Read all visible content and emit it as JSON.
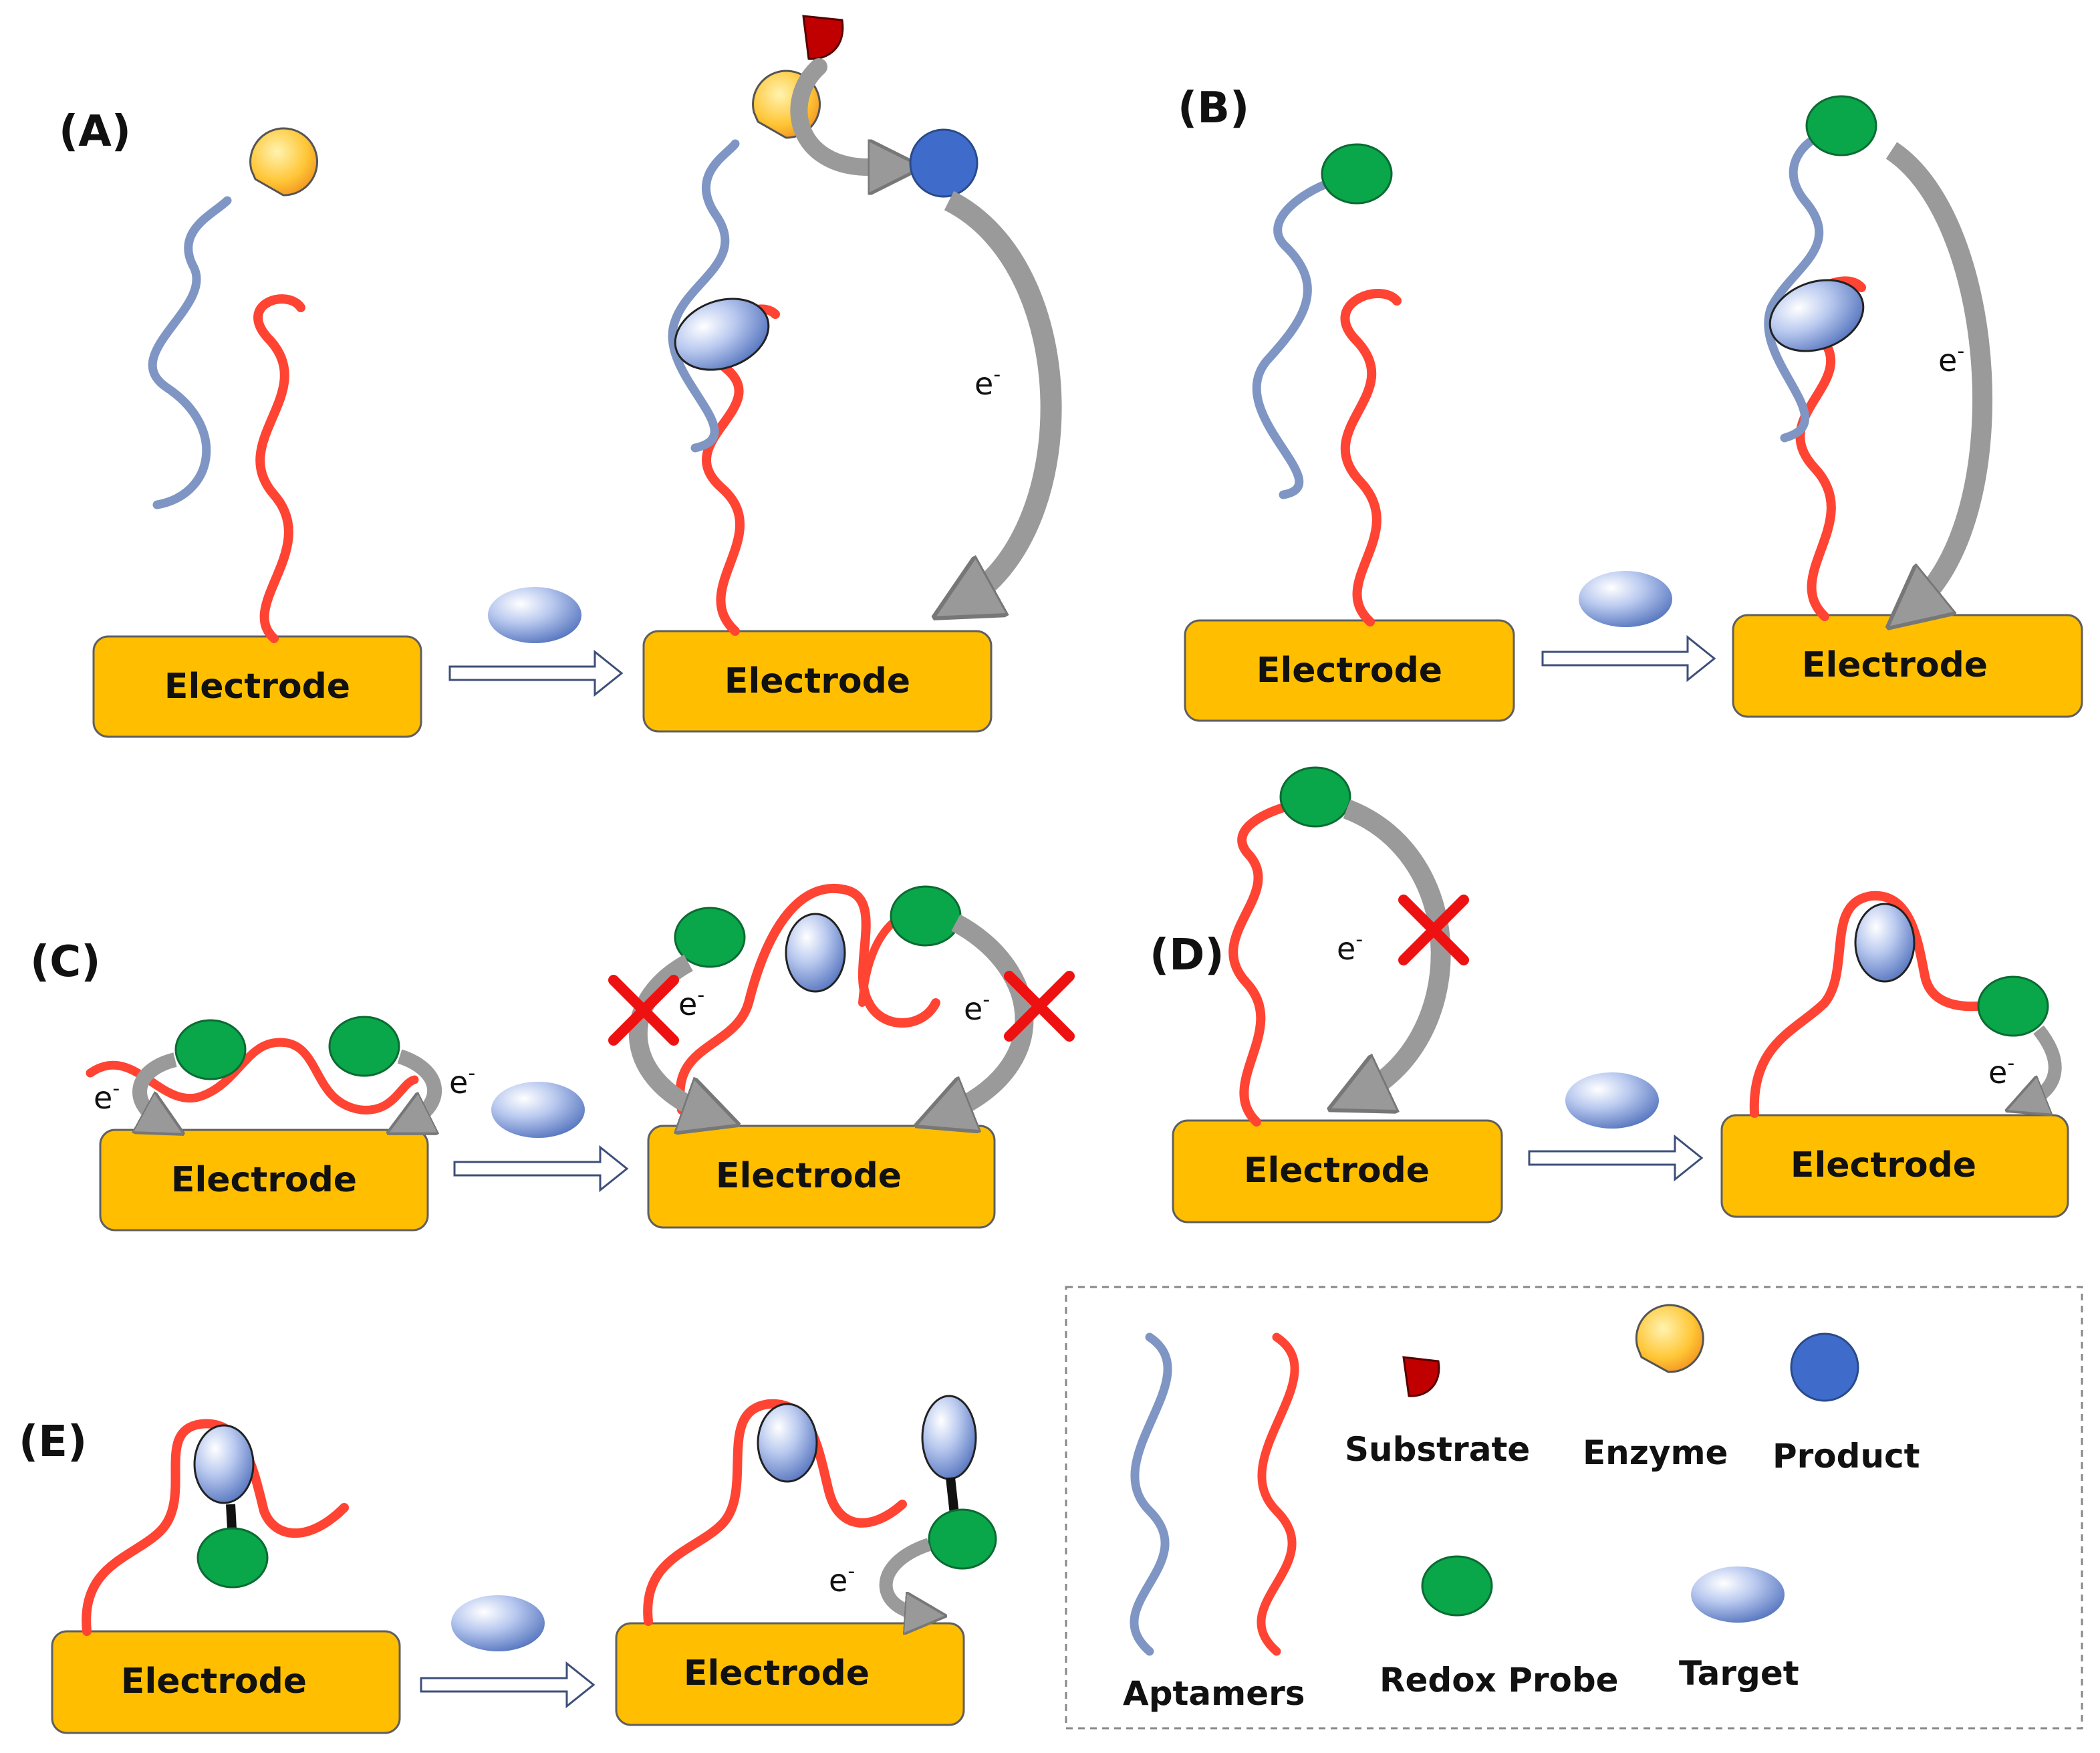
{
  "panels": {
    "a": "(A)",
    "b": "(B)",
    "c": "(C)",
    "d": "(D)",
    "e": "(E)"
  },
  "electrode_label": "Electrode",
  "electron_label": "e",
  "electron_sup": "-",
  "legend": {
    "aptamers": "Aptamers",
    "substrate": "Substrate",
    "enzyme": "Enzyme",
    "product": "Product",
    "redox_probe": "Redox Probe",
    "target": "Target"
  },
  "colors": {
    "electrode_fill": "#ffbf00",
    "aptamer_blue": "#7f96c4",
    "aptamer_red": "#ff4433",
    "redox_probe": "#0aa64a",
    "product": "#3f6ccb",
    "substrate": "#c00000",
    "enzyme": "#ffc94a",
    "target": "#a9bce8",
    "flow_arrow": "#9a9a9a",
    "block_cross": "#ee1111"
  }
}
